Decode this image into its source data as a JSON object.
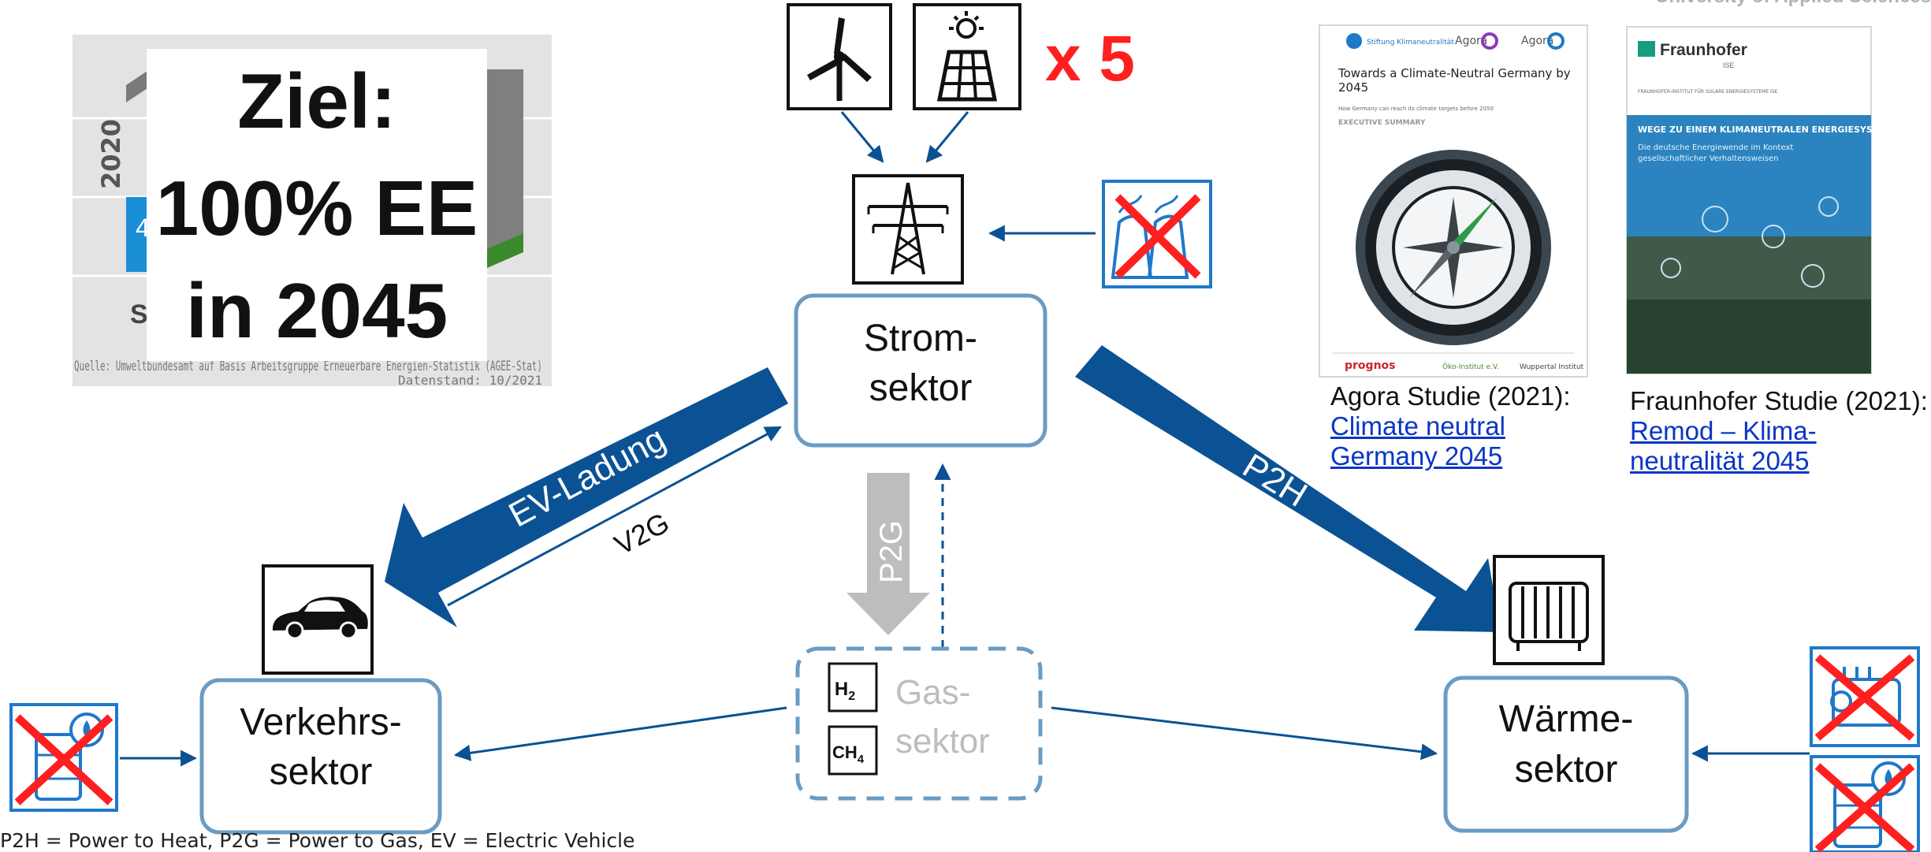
{
  "header": {
    "institution": "University of Applied Sciences"
  },
  "chart_thumb": {
    "year": "2020",
    "partial_letter": "S",
    "partial_num": "4",
    "source": "Quelle: Umweltbundesamt auf Basis Arbeitsgruppe Erneuerbare Energien-Statistik (AGEE-Stat)",
    "date": "Datenstand: 10/2021"
  },
  "goal": {
    "line1": "Ziel:",
    "line2": "100% EE",
    "line3": "in 2045"
  },
  "multiplier": "x 5",
  "sectors": {
    "strom": {
      "line1": "Strom-",
      "line2": "sektor"
    },
    "verkehr": {
      "line1": "Verkehrs-",
      "line2": "sektor"
    },
    "waerme": {
      "line1": "Wärme-",
      "line2": "sektor"
    },
    "gas": {
      "line1": "Gas-",
      "line2": "sektor"
    }
  },
  "gas_labels": {
    "h2": "H",
    "h2_sub": "2",
    "ch4": "CH",
    "ch4_sub": "4"
  },
  "arrows": {
    "ev": "EV-Ladung",
    "v2g": "V2G",
    "p2h": "P2H",
    "p2g": "P2G"
  },
  "agora_cover": {
    "logo1": "Stiftung Klimaneutralität",
    "logo2": "Agora",
    "logo3": "Agora",
    "title": "Towards a Climate-Neutral Germany by 2045",
    "subtitle": "How Germany can reach its climate targets before 2050",
    "section": "EXECUTIVE SUMMARY",
    "footer1": "prognos",
    "footer2": "Öko-Institut e.V.",
    "footer3": "Wuppertal Institut"
  },
  "fraunhofer_cover": {
    "brand": "Fraunhofer",
    "sub": "ISE",
    "institute": "FRAUNHOFER-INSTITUT FÜR SOLARE ENERGIESYSTEME ISE",
    "title": "WEGE ZU EINEM KLIMANEUTRALEN ENERGIESYSTEM",
    "subtitle1": "Die deutsche Energiewende im Kontext",
    "subtitle2": "gesellschaftlicher Verhaltensweisen"
  },
  "captions": {
    "agora": {
      "label": "Agora Studie (2021):",
      "link1": "Climate neutral",
      "link2": "Germany 2045"
    },
    "fraunhofer": {
      "label": "Fraunhofer Studie (2021):",
      "link1": "Remod – Klima-",
      "link2": "neutralität 2045"
    }
  },
  "footnote": "P2H = Power to Heat, P2G = Power to Gas, EV = Electric Vehicle",
  "colors": {
    "dark_blue": "#0a5294",
    "box_blue": "#6a9cc4",
    "gray": "#bdbdbd",
    "red": "#ff1f1f",
    "icon_blue": "#1f78c8"
  }
}
